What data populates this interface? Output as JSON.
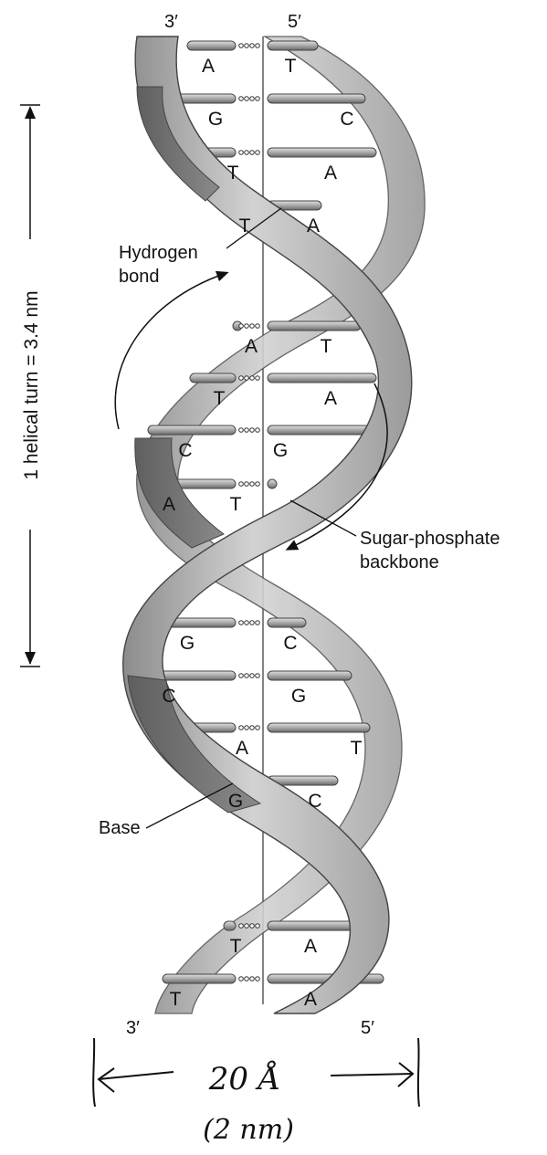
{
  "strand_ends": {
    "top_left": "3′",
    "top_right": "5′",
    "bottom_left": "3′",
    "bottom_right": "5′"
  },
  "base_pairs": [
    {
      "left": "A",
      "right": "T"
    },
    {
      "left": "G",
      "right": "C"
    },
    {
      "left": "T",
      "right": "A"
    },
    {
      "left": "T",
      "right": "A"
    },
    {
      "left": "A",
      "right": "T"
    },
    {
      "left": "T",
      "right": "A"
    },
    {
      "left": "C",
      "right": "G"
    },
    {
      "left": "A",
      "right": "T"
    },
    {
      "left": "G",
      "right": "C"
    },
    {
      "left": "C",
      "right": "G"
    },
    {
      "left": "A",
      "right": "T"
    },
    {
      "left": "G",
      "right": "C"
    },
    {
      "left": "T",
      "right": "A"
    },
    {
      "left": "T",
      "right": "A"
    }
  ],
  "labels": {
    "hydrogen_bond_line1": "Hydrogen",
    "hydrogen_bond_line2": "bond",
    "backbone_line1": "Sugar-phosphate",
    "backbone_line2": "backbone",
    "base": "Base",
    "helical_turn": "1 helical turn = 3.4 nm"
  },
  "handwriting": {
    "width_angstrom": "20 Å",
    "width_nm": "(2 nm)"
  },
  "colors": {
    "ribbon_light": "#c8c8c8",
    "ribbon_mid": "#a9a9a9",
    "ribbon_dark": "#6e6e6e",
    "rung": "#9a9a9a"
  }
}
